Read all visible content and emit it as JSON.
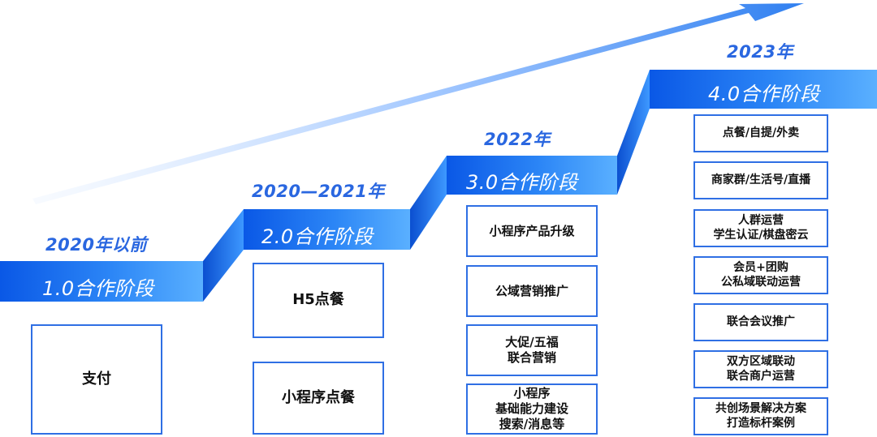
{
  "colors": {
    "accent": "#2f6fe4",
    "ribbon_dark": "#0d5fe8",
    "ribbon_light": "#4aa3ff",
    "text": "#111111"
  },
  "stages": [
    {
      "year": "2020年以前",
      "phase": "1.0合作阶段",
      "items": [
        "支付"
      ]
    },
    {
      "year": "2020—2021年",
      "phase": "2.0合作阶段",
      "items": [
        "H5点餐",
        "小程序点餐"
      ]
    },
    {
      "year": "2022年",
      "phase": "3.0合作阶段",
      "items": [
        "小程序产品升级",
        "公域营销推广",
        "大促/五福\n联合营销",
        "小程序\n基础能力建设\n搜索/消息等"
      ]
    },
    {
      "year": "2023年",
      "phase": "4.0合作阶段",
      "items": [
        "点餐/自提/外卖",
        "商家群/生活号/直播",
        "人群运营\n学生认证/棋盘密云",
        "会员+团购\n公私域联动运营",
        "联合会议推广",
        "双方区域联动\n联合商户运营",
        "共创场景解决方案\n打造标杆案例"
      ]
    }
  ]
}
